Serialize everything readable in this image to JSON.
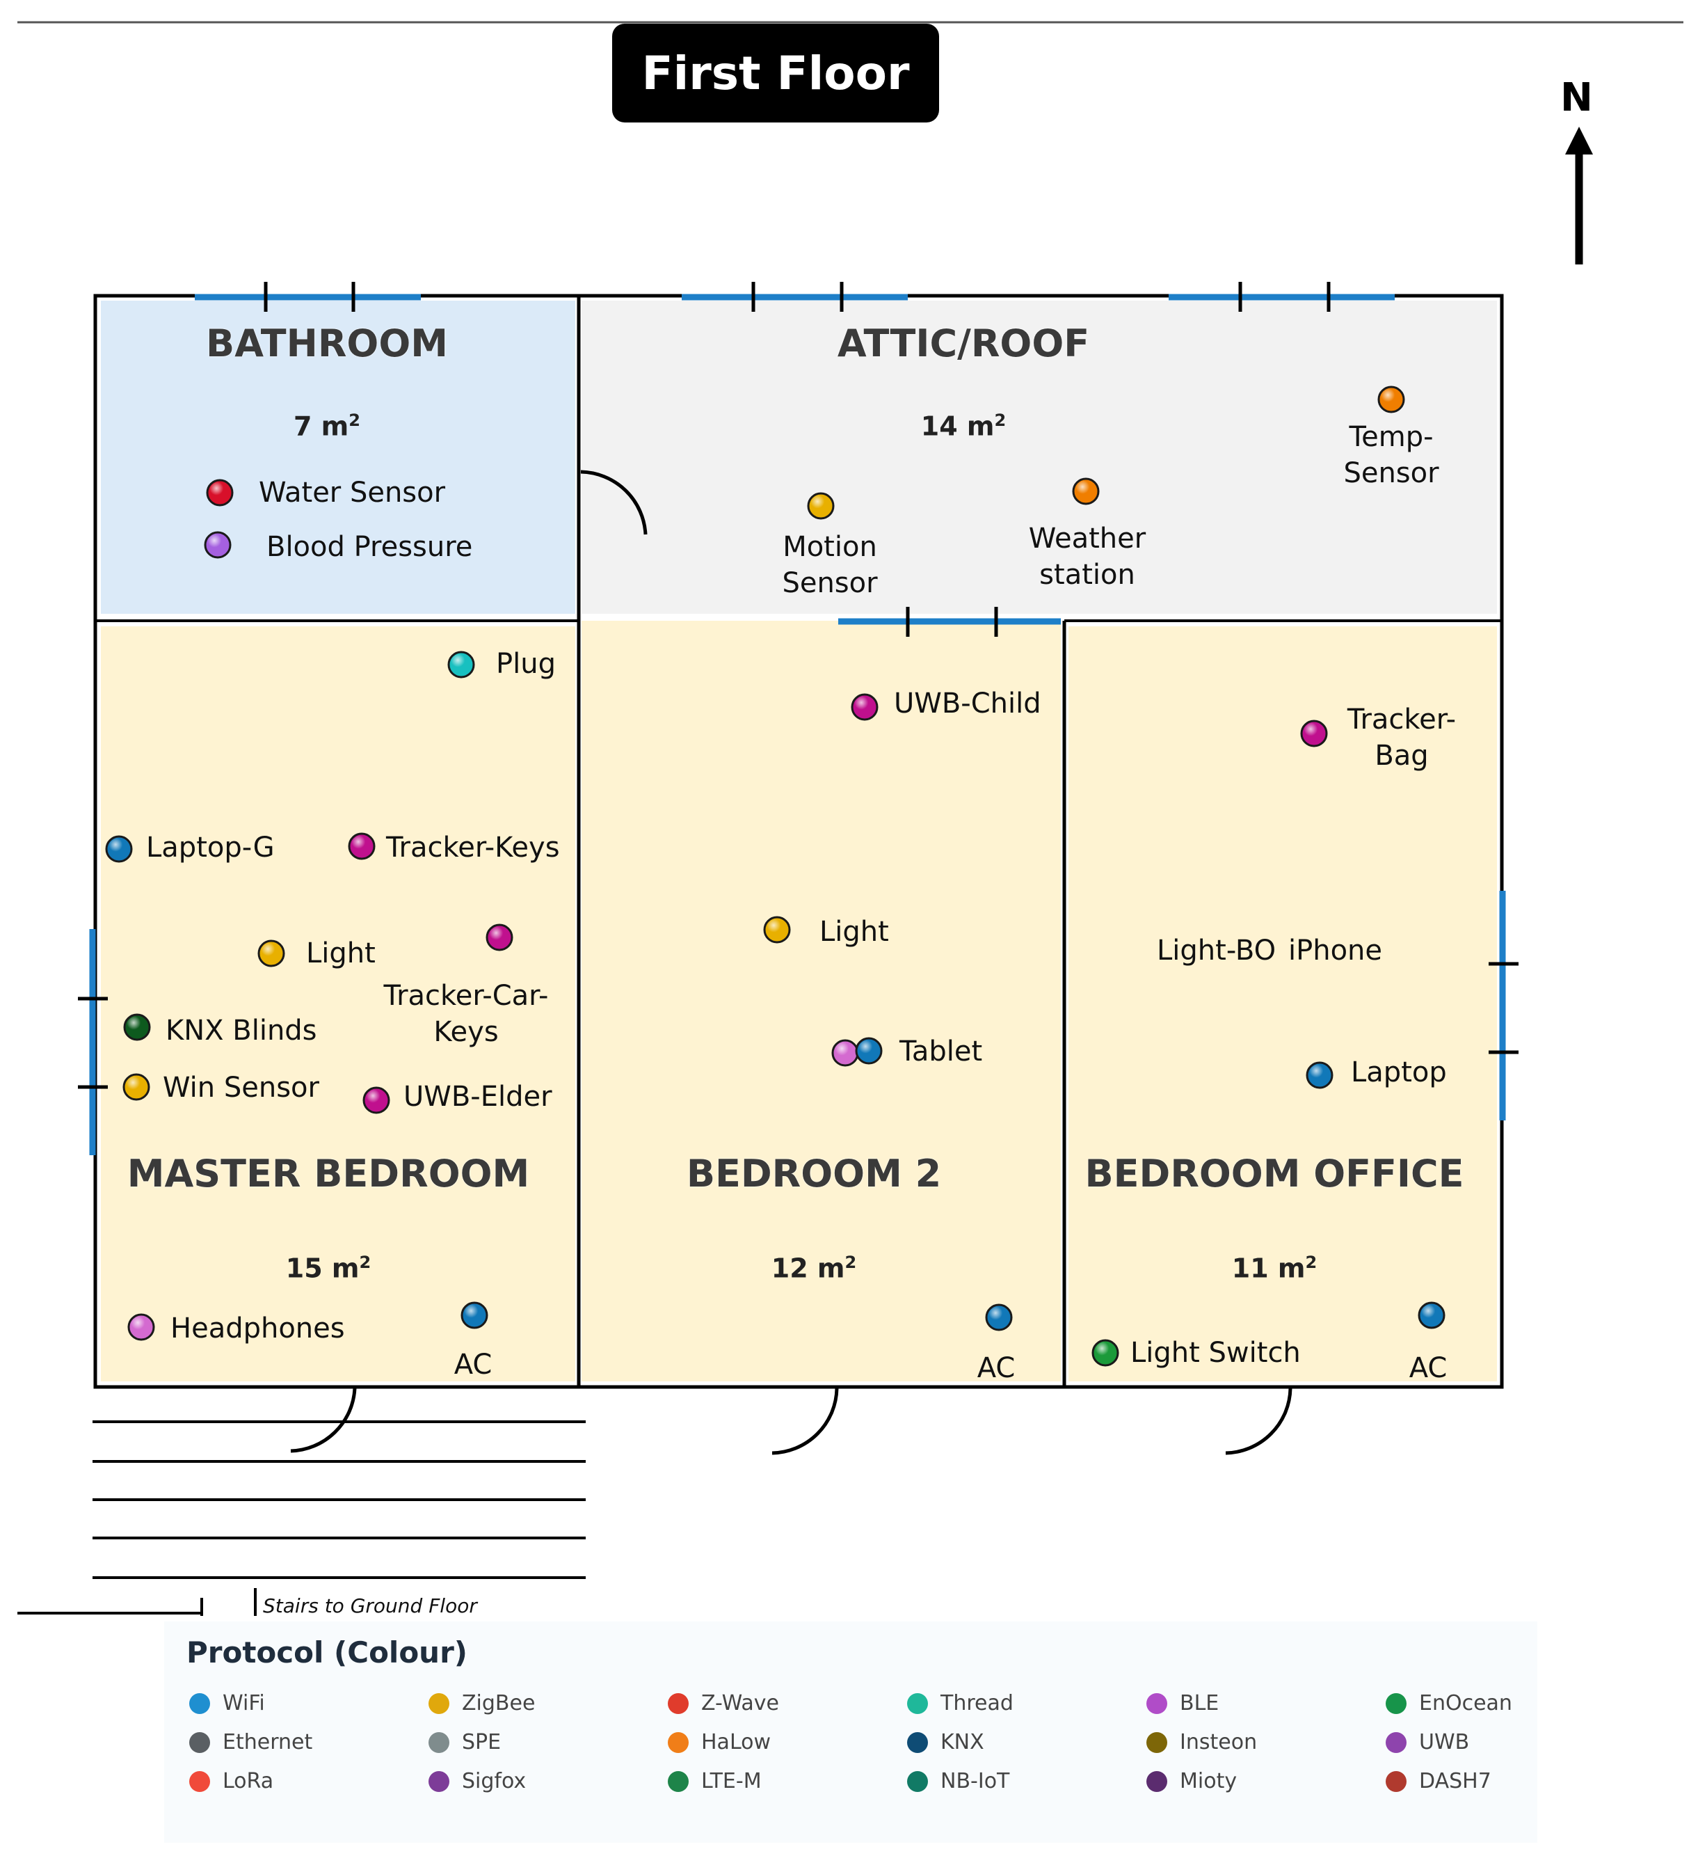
{
  "title": "First Floor",
  "north": "N",
  "rooms": {
    "bathroom": {
      "name": "BATHROOM",
      "area": "7 m",
      "sup": "2"
    },
    "attic": {
      "name": "ATTIC/ROOF",
      "area": "14 m",
      "sup": "2"
    },
    "master": {
      "name": "MASTER BEDROOM",
      "area": "15 m",
      "sup": "2"
    },
    "bedroom2": {
      "name": "BEDROOM 2",
      "area": "12 m",
      "sup": "2"
    },
    "office": {
      "name": "BEDROOM OFFICE",
      "area": "11 m",
      "sup": "2"
    }
  },
  "devices": {
    "water_sensor": {
      "label": "Water Sensor",
      "color": "#d8102a"
    },
    "blood_pressure": {
      "label": "Blood Pressure",
      "color": "#a560e0"
    },
    "motion_sensor": {
      "label": "Motion\nSensor",
      "color": "#e8b000"
    },
    "weather_station": {
      "label": "Weather\nstation",
      "color": "#f07e00"
    },
    "temp_sensor": {
      "label": "Temp-\nSensor",
      "color": "#f07e00"
    },
    "plug": {
      "label": "Plug",
      "color": "#18c0c0"
    },
    "laptop_g": {
      "label": "Laptop-G",
      "color": "#1178b8"
    },
    "tracker_keys": {
      "label": "Tracker-Keys",
      "color": "#c0108e"
    },
    "light_master": {
      "label": "Light",
      "color": "#e8b000"
    },
    "tracker_car_keys": {
      "label": "Tracker-Car-\nKeys",
      "color": "#c0108e"
    },
    "knx_blinds": {
      "label": "KNX Blinds",
      "color": "#0d5a1e"
    },
    "win_sensor": {
      "label": "Win Sensor",
      "color": "#e8b000"
    },
    "uwb_elder": {
      "label": "UWB-Elder",
      "color": "#c0108e"
    },
    "headphones": {
      "label": "Headphones",
      "color": "#d46ad0"
    },
    "ac_master": {
      "label": "AC",
      "color": "#1178b8"
    },
    "uwb_child": {
      "label": "UWB-Child",
      "color": "#c0108e"
    },
    "light_b2": {
      "label": "Light",
      "color": "#e8b000"
    },
    "tablet": {
      "label": "Tablet",
      "color": "#1178b8",
      "color2": "#d46ad0"
    },
    "ac_b2": {
      "label": "AC",
      "color": "#1178b8"
    },
    "tracker_bag": {
      "label": "Tracker-\nBag",
      "color": "#c0108e"
    },
    "light_bo": {
      "label": "Light-BO"
    },
    "iphone": {
      "label": "iPhone"
    },
    "laptop": {
      "label": "Laptop",
      "color": "#1178b8"
    },
    "light_switch": {
      "label": "Light Switch",
      "color": "#1b9a3a"
    },
    "ac_office": {
      "label": "AC",
      "color": "#1178b8"
    }
  },
  "stairs_label": "Stairs to Ground Floor",
  "legend": {
    "title": "Protocol (Colour)",
    "items": [
      {
        "name": "WiFi",
        "color": "#1f8fd0"
      },
      {
        "name": "ZigBee",
        "color": "#e0a80c"
      },
      {
        "name": "Z-Wave",
        "color": "#e03c2c"
      },
      {
        "name": "Thread",
        "color": "#1fb89a"
      },
      {
        "name": "BLE",
        "color": "#b04cc8"
      },
      {
        "name": "EnOcean",
        "color": "#17944a"
      },
      {
        "name": "Ethernet",
        "color": "#5a5f63"
      },
      {
        "name": "SPE",
        "color": "#7f8c8d"
      },
      {
        "name": "HaLow",
        "color": "#f07e18"
      },
      {
        "name": "KNX",
        "color": "#0f4c75"
      },
      {
        "name": "Insteon",
        "color": "#7d6608"
      },
      {
        "name": "UWB",
        "color": "#8e44ad"
      },
      {
        "name": "LoRa",
        "color": "#f04a3a"
      },
      {
        "name": "Sigfox",
        "color": "#7d3c98"
      },
      {
        "name": "LTE-M",
        "color": "#1e8449"
      },
      {
        "name": "NB-IoT",
        "color": "#117a65"
      },
      {
        "name": "Mioty",
        "color": "#5b2c6f"
      },
      {
        "name": "DASH7",
        "color": "#b03a2e"
      }
    ]
  }
}
